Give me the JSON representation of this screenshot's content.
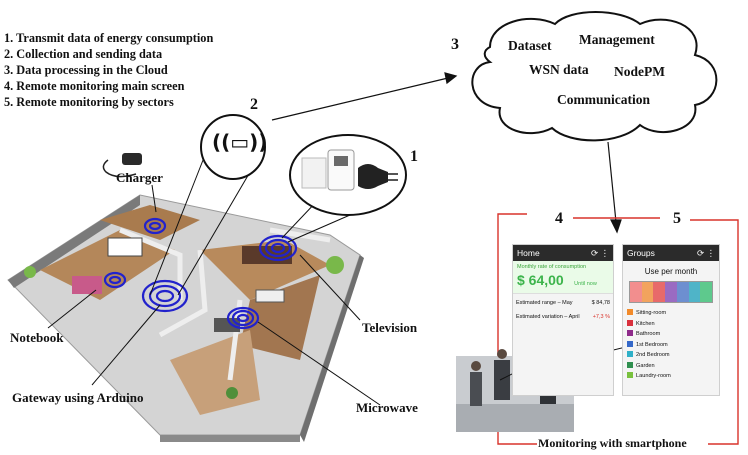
{
  "steps": [
    "1. Transmit data of energy consumption",
    "2. Collection and sending data",
    "3. Data processing in the Cloud",
    "4. Remote monitoring main screen",
    "5. Remote monitoring by sectors"
  ],
  "markers": {
    "m1": "1",
    "m2": "2",
    "m3": "3",
    "m4": "4",
    "m5": "5"
  },
  "devices": {
    "charger": "Charger",
    "notebook": "Notebook",
    "television": "Television",
    "microwave": "Microwave",
    "gateway": "Gateway using Arduino"
  },
  "cloud": [
    "Dataset",
    "Management",
    "WSN data",
    "NodePM",
    "Communication"
  ],
  "phone_main": {
    "title": "Home",
    "header_text": "Monthly rate of consumption",
    "amount": "$ 64,00",
    "amount_note": "Until now",
    "range_label": "Estimated range – May",
    "range_value": "$ 84,78",
    "variation_label": "Estimated variation – April",
    "variation_value": "+7,3 %"
  },
  "phone_groups": {
    "title": "Groups",
    "heading": "Use per month",
    "bar_colors": [
      "#f28e8e",
      "#f2a35e",
      "#e86a6a",
      "#9a6bc2",
      "#6d8fd0",
      "#4fb4c8",
      "#5ec98d"
    ],
    "items": [
      {
        "label": "Sitting-room",
        "color": "#f28a2a"
      },
      {
        "label": "Kitchen",
        "color": "#d9303c"
      },
      {
        "label": "Bathroom",
        "color": "#8e2a8a"
      },
      {
        "label": "1st Bedroom",
        "color": "#3468c9"
      },
      {
        "label": "2nd Bedroom",
        "color": "#2fb0c8"
      },
      {
        "label": "Garden",
        "color": "#2f8f4f"
      },
      {
        "label": "Laundry-room",
        "color": "#79c13e"
      }
    ]
  },
  "monitoring_label": "Monitoring with smartphone"
}
